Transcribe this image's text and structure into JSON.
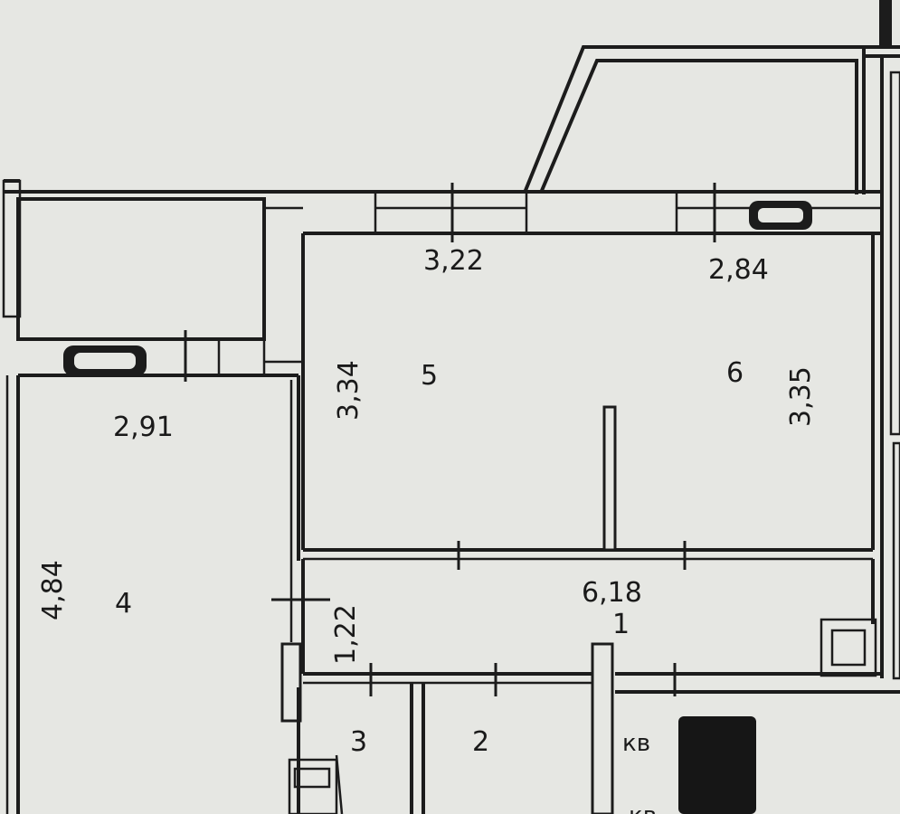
{
  "rooms": {
    "room_1": "1",
    "room_2": "2",
    "room_3": "3",
    "room_4": "4",
    "room_5": "5",
    "room_6": "6"
  },
  "dimensions": {
    "room5_width": "3,22",
    "room6_width": "2,84",
    "room4_width": "2,91",
    "room5_height": "3,34",
    "room6_height": "3,35",
    "room4_height": "4,84",
    "corridor_width": "6,18",
    "corridor_height": "1,22"
  },
  "labels": {
    "apartment_abbrev": "кв",
    "apartment_abbrev_cropped": "кв"
  },
  "colors": {
    "paper": "#e6e7e3",
    "ink": "#1c1c1c"
  }
}
